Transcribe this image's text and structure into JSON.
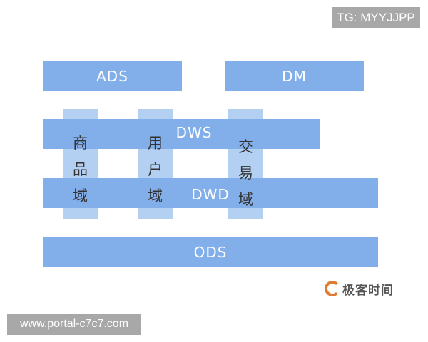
{
  "watermark_top": "TG: MYYJJPP",
  "watermark_bottom": "www.portal-c7c7.com",
  "logo": {
    "text": "极客时间",
    "icon": "geektime-logo-icon",
    "accent": "#e07a2e"
  },
  "colors": {
    "layer_bar": "#82aeea",
    "domain_column": "#b3cff2",
    "bar_text": "#ffffff",
    "domain_text": "#333333"
  },
  "layers": {
    "ads": "ADS",
    "dm": "DM",
    "dws": "DWS",
    "dwd": "DWD",
    "ods": "ODS"
  },
  "domains": [
    {
      "label": "商品域",
      "chars": [
        "商",
        "品",
        "域"
      ]
    },
    {
      "label": "用户域",
      "chars": [
        "用",
        "户",
        "域"
      ]
    },
    {
      "label": "交易域",
      "chars": [
        "交",
        "易",
        "域"
      ]
    }
  ]
}
